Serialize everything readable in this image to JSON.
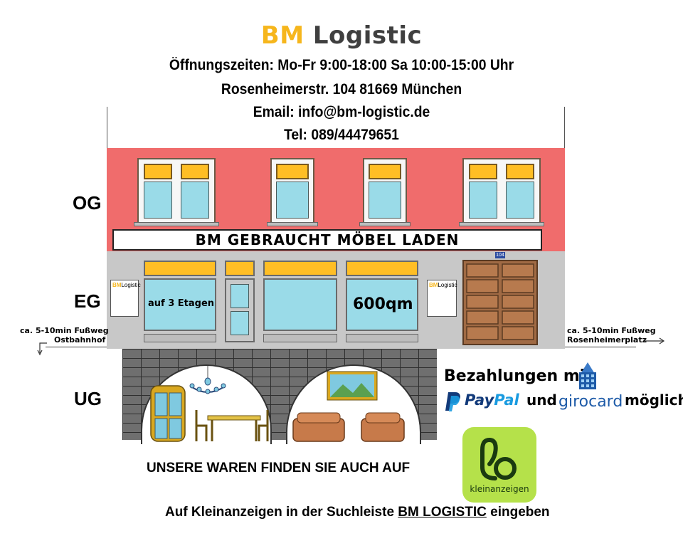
{
  "header": {
    "brand_part1": "BM",
    "brand_part2": " Logistic",
    "hours": "Öffnungszeiten:  Mo-Fr 9:00-18:00   Sa 10:00-15:00 Uhr",
    "address": "Rosenheimerstr. 104  81669  München",
    "email": "Email:  info@bm-logistic.de",
    "phone": "Tel: 089/44479651"
  },
  "floors": {
    "og": "OG",
    "eg": "EG",
    "ug": "UG"
  },
  "building": {
    "shop_sign": "BM  GEBRAUCHT  MÖBEL  LADEN",
    "window_text_left": "auf 3 Etagen",
    "window_text_right": "600qm",
    "mini_sign_bm": "BM",
    "mini_sign_rest": "Logistic",
    "house_number": "104"
  },
  "directions": {
    "left_line1": "ca. 5-10min Fußweg",
    "left_line2": "Ostbahnhof",
    "right_line1": "ca. 5-10min Fußweg",
    "right_line2": "Rosenheimerplatz"
  },
  "payment": {
    "title": "Bezahlungen mit",
    "paypal_pay": "Pay",
    "paypal_pal": "Pal",
    "and": "und",
    "girocard": "girocard",
    "possible": "möglich"
  },
  "marketplace": {
    "promo": "UNSERE WAREN FINDEN SIE AUCH AUF",
    "logo_text": "kleinanzeigen",
    "instruction_before": "Auf Kleinanzeigen in der Suchleiste ",
    "instruction_highlight": "BM LOGISTIC",
    "instruction_after": " eingeben"
  },
  "colors": {
    "brand_yellow": "#f6b61c",
    "brand_gray": "#3f3f3f",
    "upper_wall": "#f06c6c",
    "ground_wall": "#c8c8c8",
    "glass": "#9adbe8",
    "paypal_dark": "#123a7a",
    "paypal_light": "#1a9be0",
    "kleinanzeigen_green": "#b5e14a"
  }
}
